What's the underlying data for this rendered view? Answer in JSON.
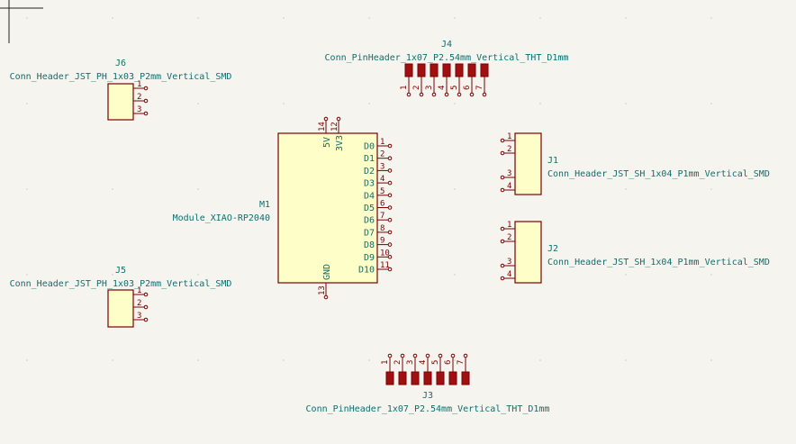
{
  "schematic": {
    "module": {
      "ref": "M1",
      "value": "Module_XIAO-RP2040",
      "right_pins": [
        {
          "name": "D0",
          "num": "1"
        },
        {
          "name": "D1",
          "num": "2"
        },
        {
          "name": "D2",
          "num": "3"
        },
        {
          "name": "D3",
          "num": "4"
        },
        {
          "name": "D4",
          "num": "5"
        },
        {
          "name": "D5",
          "num": "6"
        },
        {
          "name": "D6",
          "num": "7"
        },
        {
          "name": "D7",
          "num": "8"
        },
        {
          "name": "D8",
          "num": "9"
        },
        {
          "name": "D9",
          "num": "10"
        },
        {
          "name": "D10",
          "num": "11"
        }
      ],
      "top_pins": [
        {
          "name": "5V",
          "num": "14"
        },
        {
          "name": "3V3",
          "num": "12"
        }
      ],
      "bottom_pins": [
        {
          "name": "GND",
          "num": "13"
        }
      ]
    },
    "j6": {
      "ref": "J6",
      "value": "Conn_Header_JST_PH_1x03_P2mm_Vertical_SMD",
      "pins": [
        "1",
        "2",
        "3"
      ]
    },
    "j5": {
      "ref": "J5",
      "value": "Conn_Header_JST_PH_1x03_P2mm_Vertical_SMD",
      "pins": [
        "1",
        "2",
        "3"
      ]
    },
    "j4": {
      "ref": "J4",
      "value": "Conn_PinHeader_1x07_P2.54mm_Vertical_THT_D1mm",
      "pins": [
        "1",
        "2",
        "3",
        "4",
        "5",
        "6",
        "7"
      ]
    },
    "j3": {
      "ref": "J3",
      "value": "Conn_PinHeader_1x07_P2.54mm_Vertical_THT_D1mm",
      "pins": [
        "1",
        "2",
        "3",
        "4",
        "5",
        "6",
        "7"
      ]
    },
    "j1": {
      "ref": "J1",
      "value": "Conn_Header_JST_SH_1x04_P1mm_Vertical_SMD",
      "pins": [
        "1",
        "2",
        "3",
        "4"
      ]
    },
    "j2": {
      "ref": "J2",
      "value": "Conn_Header_JST_SH_1x04_P1mm_Vertical_SMD",
      "pins": [
        "1",
        "2",
        "3",
        "4"
      ]
    }
  },
  "colors": {
    "background": "#f5f4ef",
    "body_fill": "#fefec8",
    "outline": "#7a0000",
    "text": "#0e6f6f"
  }
}
